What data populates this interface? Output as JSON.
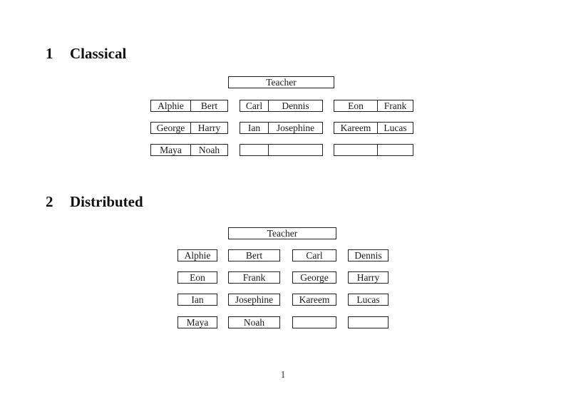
{
  "page": {
    "number": "1"
  },
  "sections": {
    "classical": {
      "number": "1",
      "title": "Classical",
      "teacher_label": "Teacher",
      "desks": [
        {
          "left": "Alphie",
          "right": "Bert"
        },
        {
          "left": "Carl",
          "right": "Dennis"
        },
        {
          "left": "Eon",
          "right": "Frank"
        },
        {
          "left": "George",
          "right": "Harry"
        },
        {
          "left": "Ian",
          "right": "Josephine"
        },
        {
          "left": "Kareem",
          "right": "Lucas"
        },
        {
          "left": "Maya",
          "right": "Noah"
        },
        {
          "left": "",
          "right": ""
        },
        {
          "left": "",
          "right": ""
        }
      ]
    },
    "distributed": {
      "number": "2",
      "title": "Distributed",
      "teacher_label": "Teacher",
      "seats": [
        "Alphie",
        "Bert",
        "Carl",
        "Dennis",
        "Eon",
        "Frank",
        "George",
        "Harry",
        "Ian",
        "Josephine",
        "Kareem",
        "Lucas",
        "Maya",
        "Noah",
        "",
        ""
      ]
    }
  }
}
